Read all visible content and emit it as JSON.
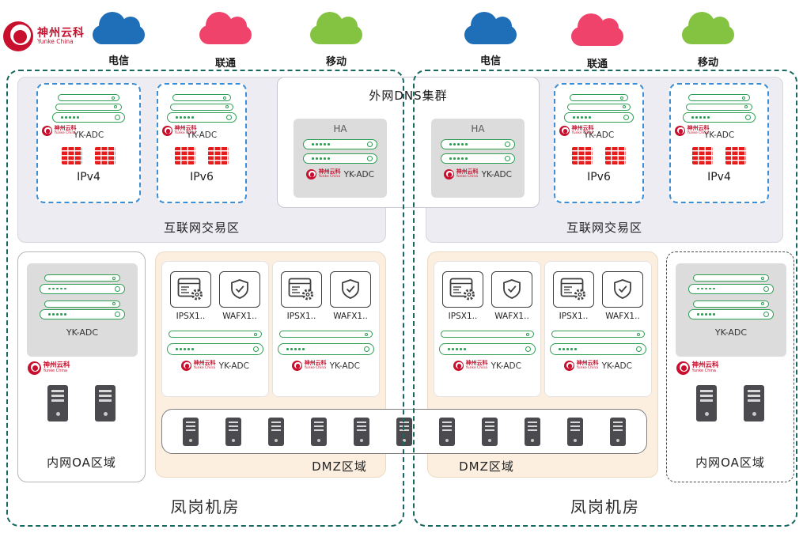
{
  "brand": {
    "cn": "神州云科",
    "en": "Yunke China"
  },
  "clouds": {
    "left": [
      {
        "label": "电信",
        "color": "#1e6fb8"
      },
      {
        "label": "联通",
        "color": "#f0436b"
      },
      {
        "label": "移动",
        "color": "#84c341"
      }
    ],
    "right": [
      {
        "label": "电信",
        "color": "#1e6fb8"
      },
      {
        "label": "联通",
        "color": "#f0436b"
      },
      {
        "label": "移动",
        "color": "#84c341"
      }
    ]
  },
  "dns_cluster": {
    "title": "外网DNS集群",
    "ha": [
      {
        "label": "HA",
        "adc": "YK-ADC"
      },
      {
        "label": "HA",
        "adc": "YK-ADC"
      }
    ]
  },
  "left_dc": {
    "name": "凤岗机房",
    "internet_zone": {
      "label": "互联网交易区",
      "boxes": [
        {
          "name": "IPv4",
          "adc": "YK-ADC"
        },
        {
          "name": "IPv6",
          "adc": "YK-ADC"
        }
      ]
    },
    "oa_zone": {
      "label": "内网OA区域",
      "adc": "YK-ADC"
    },
    "dmz_zone": {
      "label": "DMZ区域",
      "groups": [
        {
          "ips": "IPSX1..",
          "waf": "WAFX1..",
          "adc": "YK-ADC"
        },
        {
          "ips": "IPSX1..",
          "waf": "WAFX1..",
          "adc": "YK-ADC"
        }
      ]
    }
  },
  "right_dc": {
    "name": "凤岗机房",
    "internet_zone": {
      "label": "互联网交易区",
      "boxes": [
        {
          "name": "IPv6",
          "adc": "YK-ADC"
        },
        {
          "name": "IPv4",
          "adc": "YK-ADC"
        }
      ]
    },
    "oa_zone": {
      "label": "内网OA区域",
      "adc": "YK-ADC"
    },
    "dmz_zone": {
      "label": "DMZ区域",
      "groups": [
        {
          "ips": "IPSX1..",
          "waf": "WAFX1..",
          "adc": "YK-ADC"
        },
        {
          "ips": "IPSX1..",
          "waf": "WAFX1..",
          "adc": "YK-ADC"
        }
      ]
    }
  },
  "colors": {
    "teal_border": "#17685f",
    "blue_dashed": "#3d8ed2",
    "zone_bg": "#edecf2",
    "dmz_bg": "#fcefe0",
    "appliance_green": "#2e9e53",
    "firewall_red": "#e51c1c",
    "cloud_blue": "#1e6fb8",
    "cloud_red": "#f0436b",
    "cloud_green": "#84c341",
    "brand_red": "#c8102e",
    "panel_gray": "#dcdcdc"
  }
}
